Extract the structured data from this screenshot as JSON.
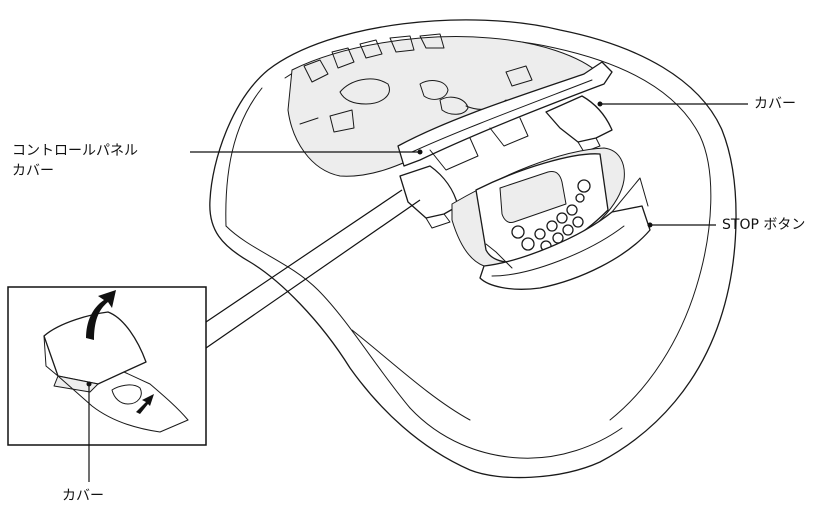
{
  "callouts": {
    "control_panel_cover_line1": "コントロールパネル",
    "control_panel_cover_line2": "カバー",
    "cover_right": "カバー",
    "stop_button": "STOP ボタン",
    "cover_detail": "カバー"
  }
}
